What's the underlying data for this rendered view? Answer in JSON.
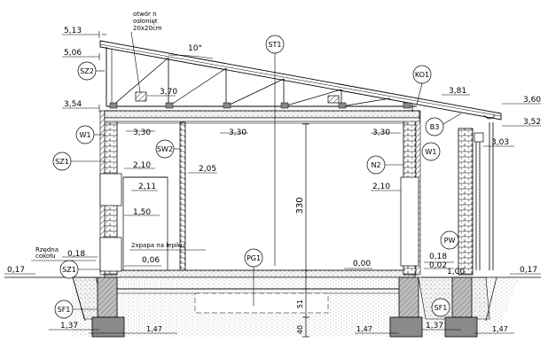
{
  "drawing": {
    "elevations_left": {
      "top": "5,13",
      "top2": "5,06",
      "eave": "3,54",
      "ceiling": "3,30",
      "win_top": "2,10",
      "win_inner": "2,11",
      "win_mid": "1,50",
      "sill": "0,18",
      "rzedna_line1": "Rzędna",
      "rzedna_line2": "cokołu",
      "ground": "0,17",
      "pad": "0,06",
      "found": "1,37"
    },
    "elevations_center": {
      "truss": "3,70",
      "ceiling": "3,30",
      "wall_top": "2,05",
      "floor": "0,00"
    },
    "elevations_right": {
      "ridge": "3,81",
      "roof_top": "3,60",
      "roof_bot": "3,52",
      "gutter": "3,03",
      "ceiling": "3,30",
      "door": "2,10",
      "sill": "0,18",
      "low": "0,02",
      "plinth": "1,00",
      "ground": "0,17",
      "found": "1,37"
    },
    "dimensions": {
      "height": "330",
      "d51": "51",
      "d40": "40",
      "footing_left": "1,47",
      "footing_mid": "1,47",
      "footing_right": "1,47"
    },
    "notes": {
      "opening_line1": "otwór n",
      "opening_line2": "osłonięt",
      "opening_line3": "20x20cm",
      "slope": "10°",
      "glue": "2xpapa na lepiku"
    },
    "tags": {
      "st1": "ST1",
      "sz2": "SZ2",
      "w1_left": "W1",
      "sz1_left": "SZ1",
      "sw2": "SW2",
      "ko1": "KO1",
      "b3": "B3",
      "w1_right": "W1",
      "n2": "N2",
      "pg1": "PG1",
      "pw": "PW",
      "sz1_bottom": "SZ1",
      "sf1_left": "SF1",
      "sf1_right": "SF1"
    }
  }
}
